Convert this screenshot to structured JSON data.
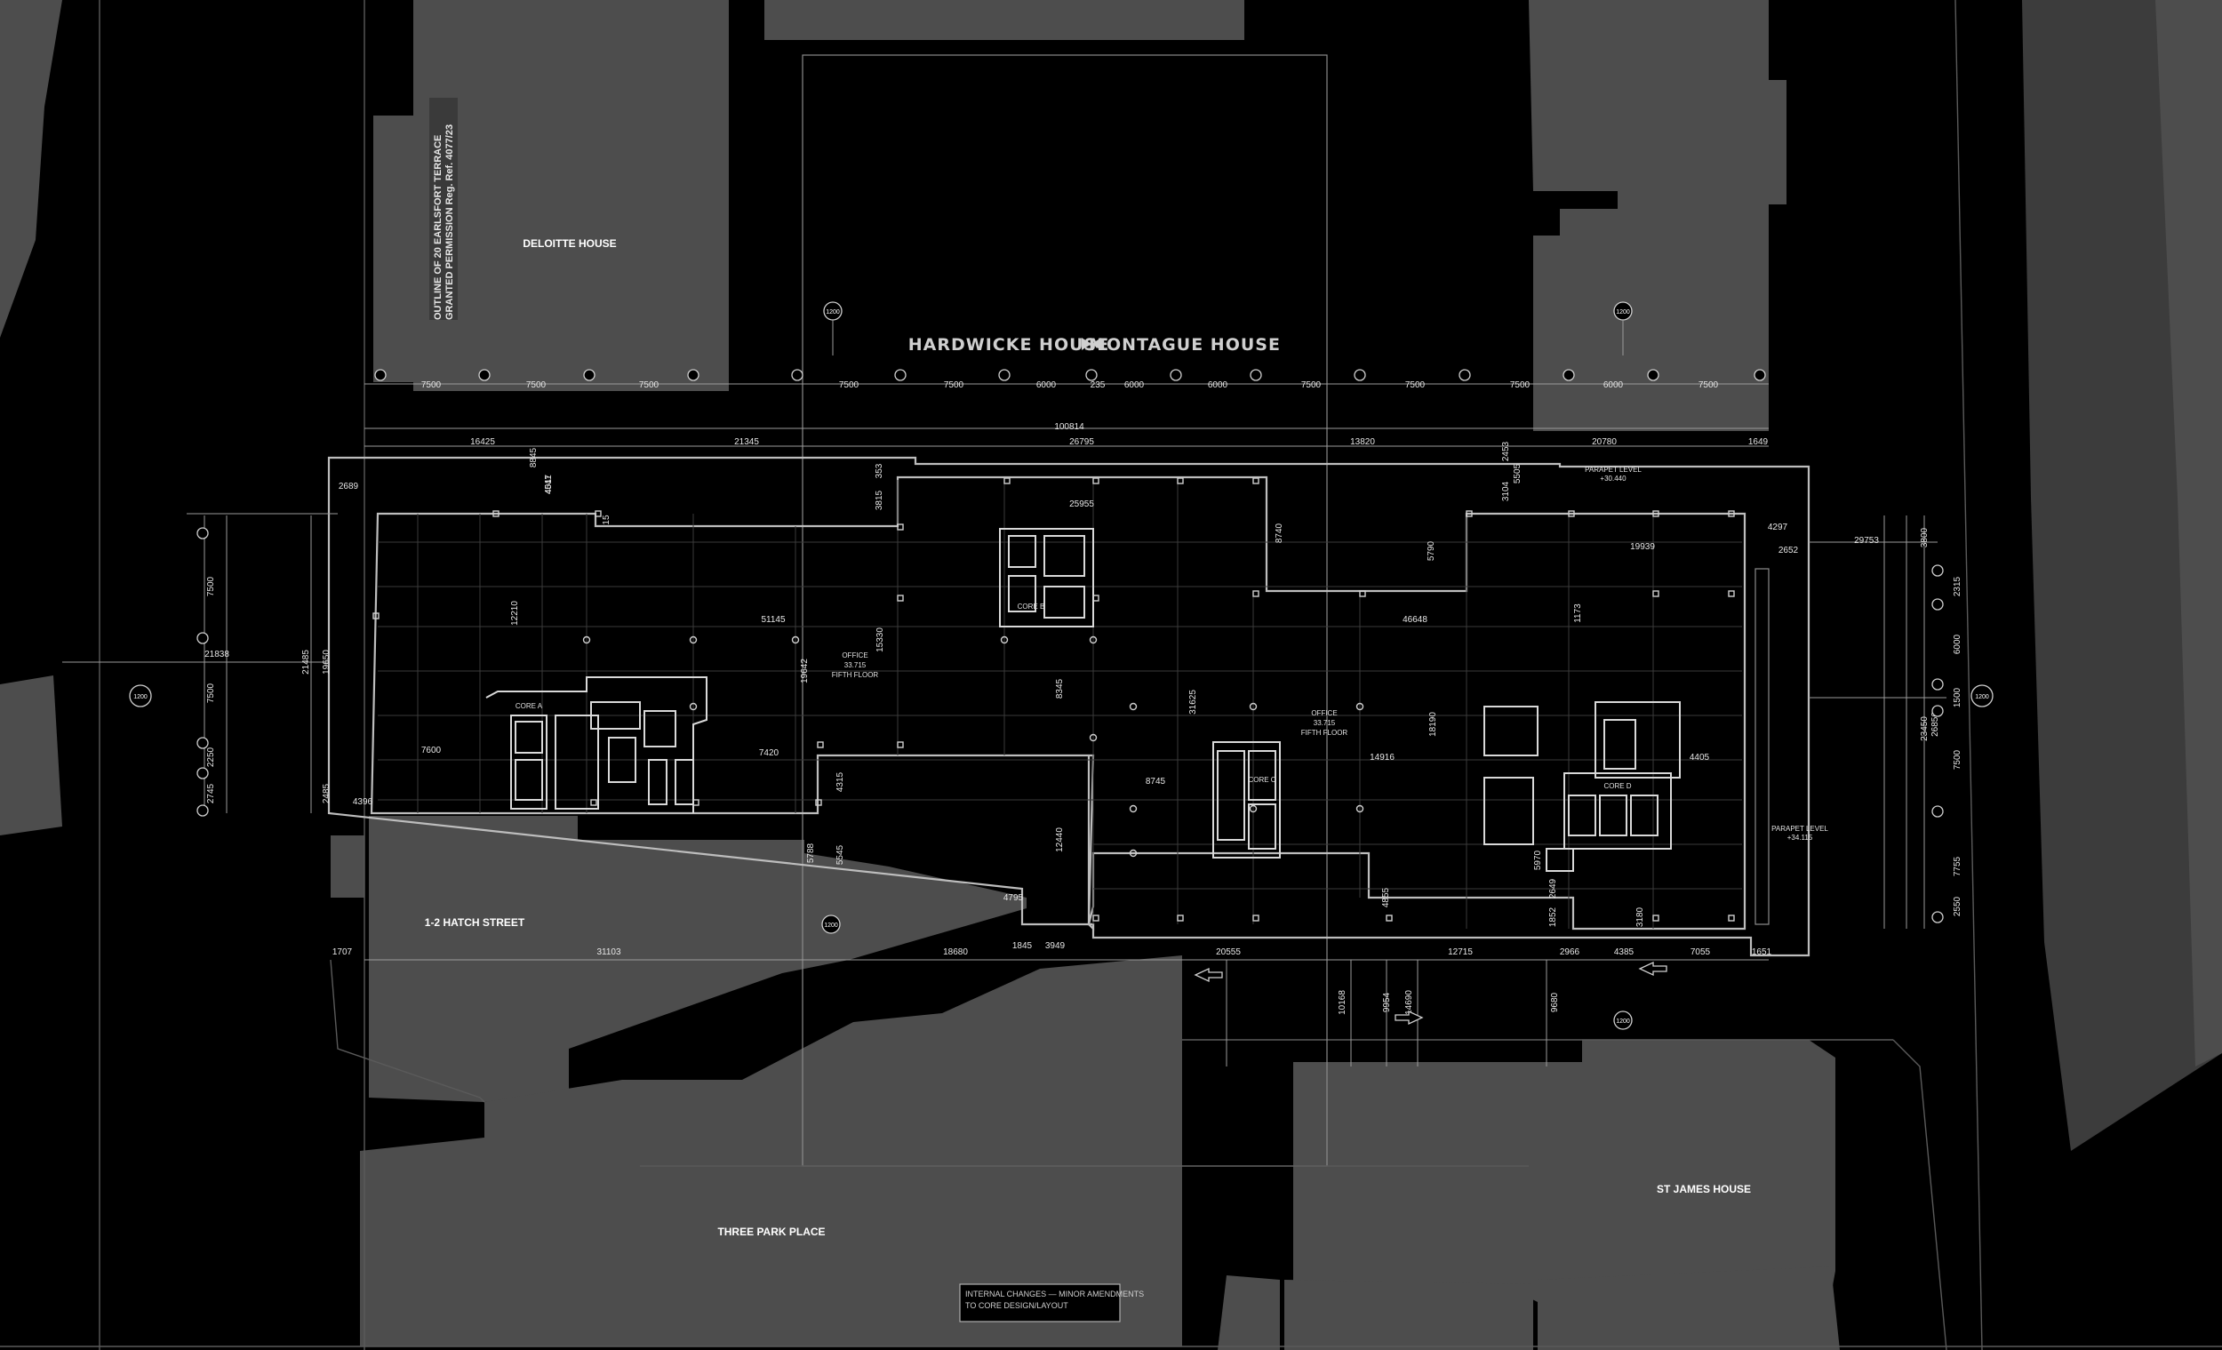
{
  "buildings": {
    "deloitte": "DELOITTE HOUSE",
    "hatch_street": "1-2 HATCH STREET",
    "three_park_place": "THREE PARK PLACE",
    "st_james": "ST JAMES HOUSE",
    "hardwicke": "HARDWICKE HOUSE",
    "montague": "MONTAGUE HOUSE"
  },
  "annotations": {
    "outline_line1": "OUTLINE OF 20 EARLSFORT TERRACE",
    "outline_line2": "GRANTED PERMISSION Reg. Ref. 4077/23",
    "note_line1": "INTERNAL CHANGES — MINOR AMENDMENTS",
    "note_line2": "TO CORE DESIGN/LAYOUT",
    "office_label": "OFFICE",
    "office_level_1": "33.715",
    "office_floor_1": "FIFTH FLOOR",
    "office_level_2": "33.715",
    "office_floor_2": "FIFTH FLOOR",
    "parapet_1": "PARAPET LEVEL",
    "parapet_1_val": "+30.440",
    "parapet_2": "PARAPET LEVEL",
    "parapet_2_val": "+34.115",
    "core_a": "CORE A",
    "core_b": "CORE B",
    "core_c": "CORE C",
    "core_d": "CORE D",
    "section_ref": "1200"
  },
  "dimensions": {
    "top_grid": [
      "7500",
      "7500",
      "7500",
      "7500",
      "7500",
      "6000",
      "235",
      "6000",
      "6000",
      "7500",
      "7500",
      "7500",
      "6000",
      "7500"
    ],
    "overall": "100814",
    "top_row": [
      "16425",
      "21345",
      "26795",
      "13820",
      "20780",
      "1649"
    ],
    "top_misc": [
      "4547",
      "8845",
      "4011",
      "2689",
      "353",
      "3815",
      "25955",
      "8740",
      "5790",
      "3104",
      "5505",
      "2453",
      "4297",
      "2652",
      "29753",
      "19939",
      "15"
    ],
    "left": [
      "7500",
      "7500",
      "2250",
      "2745",
      "21838",
      "21485",
      "19650",
      "4396",
      "2485"
    ],
    "interior": [
      "12210",
      "51145",
      "19642",
      "15330",
      "8345",
      "31625",
      "46648",
      "18190",
      "14916",
      "8745",
      "7600",
      "7420",
      "4315",
      "5788",
      "5545",
      "12440",
      "4795",
      "3949",
      "1845",
      "4405",
      "4855",
      "1173",
      "5970",
      "2649",
      "1852",
      "3180"
    ],
    "right": [
      "2315",
      "6000",
      "1500",
      "7500",
      "7755",
      "2550",
      "23450",
      "26850",
      "3800"
    ],
    "bottom": [
      "1707",
      "31103",
      "18680",
      "1651",
      "20555",
      "12715",
      "2966",
      "4385",
      "7055",
      "10168",
      "9954",
      "14690",
      "9680"
    ]
  }
}
